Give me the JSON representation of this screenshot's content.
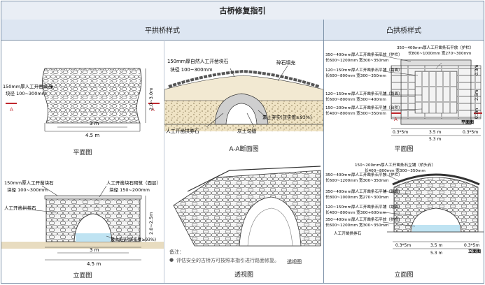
{
  "header": {
    "title": "古桥修复指引"
  },
  "sections": {
    "flat": "平拱桥样式",
    "convex": "凸拱桥样式"
  },
  "flat_plan": {
    "caption": "平面图",
    "stone_label": "150mm厚人工开凿块石",
    "stone_size": "块径 100~300mm",
    "width_dim": "2.0~3.0m",
    "length_inner": "3 m",
    "length_outer": "4.5 m",
    "section_mark": "A"
  },
  "flat_elev": {
    "caption": "立面图",
    "top_label": "150mm厚人工开凿块石",
    "top_size": "块径 100~300mm",
    "right_label": "人工开凿块石砌筑（面层）",
    "right_size": "块径 150~200mm",
    "arch_label": "人工开凿拱券石",
    "soil_label": "素土夯实(压实度≥93%)",
    "height_dim": "2.0~2.5m",
    "span_inner": "3 m",
    "span_outer": "4.5 m"
  },
  "section": {
    "caption": "A-A断面图",
    "top_label": "150mm厚自然人工开凿块石",
    "top_size": "块径 100~300mm",
    "fill_label": "碎石填充",
    "arch_label": "人工开凿拱券石",
    "joint_label": "灰土勾缝",
    "soil_label": "素土夯实(压实度≥93%)"
  },
  "perspective": {
    "caption": "透视图",
    "tag": "透视图",
    "note_title": "备注：",
    "note_text": "评估安全的古桥方可按照本指引进行路面修复。"
  },
  "convex_plan": {
    "caption": "平面图",
    "sub_caption": "平面图",
    "labels": [
      "350~400mm厚人工开凿条石平放（护栏）",
      "350~400mm厚人工开凿条石平放（护栏）",
      "长600~1200mm 宽300~350mm",
      "长800~1000mm 宽270~300mm",
      "120~150mm厚人工开凿条石平铺（路面）",
      "长600~800mm 宽300~350mm",
      "120~150mm厚人工开凿条石平铺（路面）",
      "长600~800mm 宽300~400mm",
      "150~200mm厚人工开凿条石平铺（台阶）",
      "长400~800mm 宽300~350mm"
    ],
    "dim_w1": "0.3m",
    "dim_w2": "2.5m",
    "dim_w3": "0.3m",
    "dim_l1": "0.3*5m",
    "dim_l2": "3.5 m",
    "dim_l3": "0.3*5m",
    "dim_total": "5.3 m",
    "section_mark": "A"
  },
  "convex_elev": {
    "caption": "立面图",
    "side_caption": "立面图",
    "labels": [
      "150~200mm厚人工开凿条石立铺（桥头石）",
      "长400~800mm 宽300~350mm",
      "350~400mm厚人工开凿条石平放（护栏）",
      "长600~1200mm 宽300~350mm",
      "350~400mm厚人工开凿条石平铺（路面）",
      "长800~1000mm 宽270~300mm",
      "120~150mm厚人工开凿条石平铺（路面）",
      "长400~800mm 宽300+600mm",
      "350~400mm厚人工开凿条石平放（护栏）",
      "长600~1200mm 宽300~350mm"
    ],
    "arch_label": "人工开凿拱券石",
    "dim_l1": "0.3*5m",
    "dim_l2": "3.5 m",
    "dim_l3": "0.3*5m",
    "dim_total": "5.3 m"
  },
  "colors": {
    "border": "#7a8fa6",
    "header_bg": "#e9eef5",
    "sub_bg": "#dde6f2",
    "mark": "#c0272d",
    "water": "#bfe3f2",
    "soil": "#e8dcc0"
  }
}
